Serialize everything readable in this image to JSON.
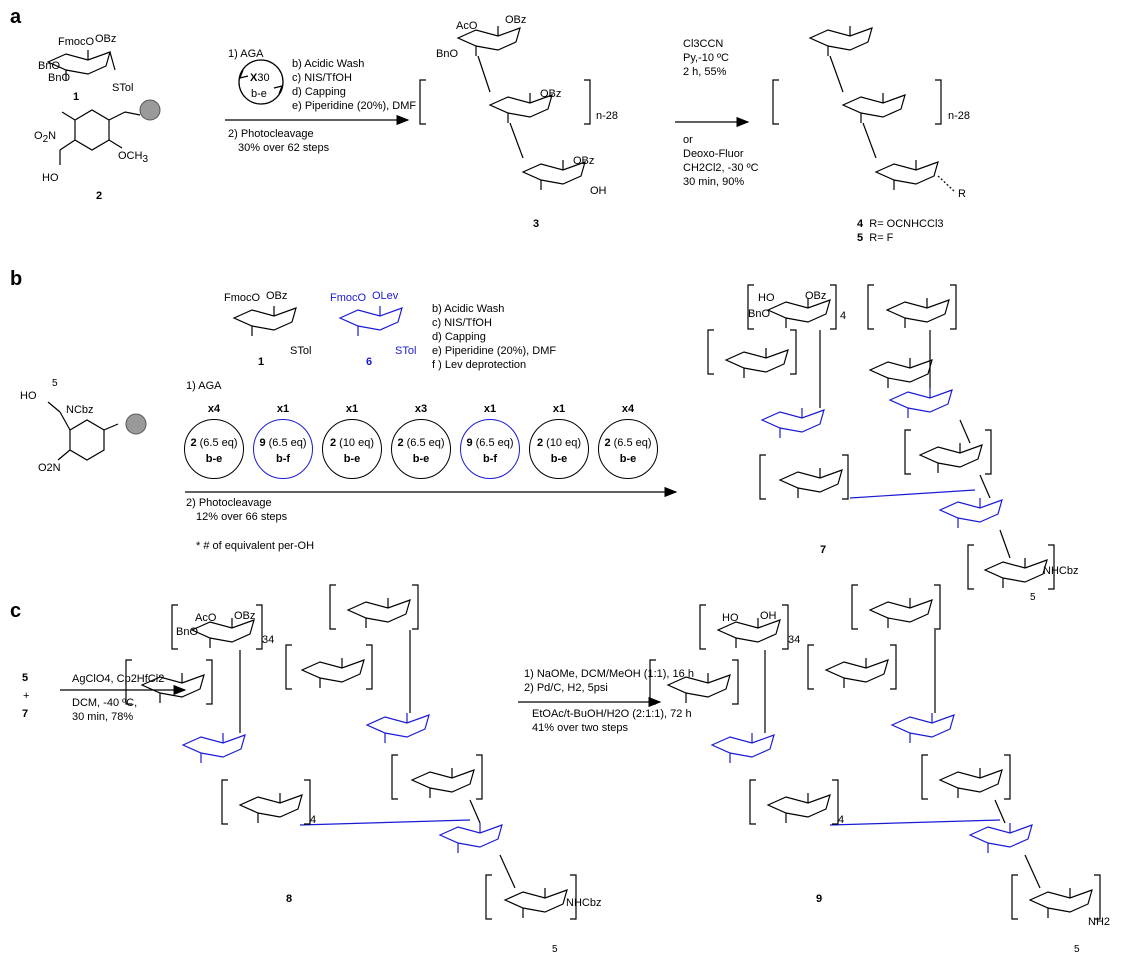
{
  "panels": {
    "a": "a",
    "b": "b",
    "c": "c"
  },
  "panel_a": {
    "cmpd1": {
      "fmoc": "FmocO",
      "obz": "OBz",
      "bno1": "BnO",
      "bno2": "BnO",
      "stol": "STol",
      "num": "1"
    },
    "cmpd2": {
      "o2n": "O",
      "o2n_sub": "2",
      "o2n_n": "N",
      "ho": "HO",
      "och3": "OCH",
      "och3_sub": "3",
      "num": "2"
    },
    "step1": "1) AGA",
    "loop": {
      "x": "X",
      "count": "30",
      "range": "b-e"
    },
    "conditions": [
      "b) Acidic Wash",
      "c) NIS/TfOH",
      "d) Capping",
      "e) Piperidine (20%), DMF"
    ],
    "step2": "2) Photocleavage",
    "yield2": "30% over 62 steps",
    "cmpd3": {
      "aco": "AcO",
      "obz1": "OBz",
      "bno": "BnO",
      "obz2": "OBz",
      "obz3": "OBz",
      "oh": "OH",
      "n": "n-28",
      "num": "3"
    },
    "reagents_top": [
      "Cl3CCN",
      "Py,-10 ºC",
      "2 h, 55%"
    ],
    "or": "or",
    "reagents_bottom": [
      "Deoxo-Fluor",
      "CH2Cl2, -30 ºC",
      "30 min, 90%"
    ],
    "cmpd45": {
      "n": "n-28",
      "r": "R",
      "num4": "4",
      "r4": "R= OCNHCCl3",
      "num5": "5",
      "r5": "R=  F"
    }
  },
  "panel_b": {
    "cmpd1": {
      "fmoc": "FmocO",
      "obz": "OBz",
      "stol": "STol",
      "num": "1"
    },
    "cmpd6": {
      "fmoc": "FmocO",
      "olev": "OLev",
      "stol": "STol",
      "num": "6"
    },
    "conditions": [
      "b) Acidic Wash",
      "c) NIS/TfOH",
      "d) Capping",
      "e) Piperidine (20%), DMF",
      "f ) Lev deprotection"
    ],
    "linker": {
      "ho": "HO",
      "ncbz": "NCbz",
      "n5": "5",
      "no2": "O2N"
    },
    "step1": "1) AGA",
    "loops": [
      {
        "mult": "x4",
        "reagent": "2",
        "eq": "(6.5 eq)",
        "range": "b-e",
        "blue": false
      },
      {
        "mult": "x1",
        "reagent": "9",
        "eq": "(6.5 eq)",
        "range": "b-f",
        "blue": true
      },
      {
        "mult": "x1",
        "reagent": "2",
        "eq": "(10 eq)",
        "range": "b-e",
        "blue": false
      },
      {
        "mult": "x3",
        "reagent": "2",
        "eq": "(6.5 eq)",
        "range": "b-e",
        "blue": false
      },
      {
        "mult": "x1",
        "reagent": "9",
        "eq": "(6.5 eq)",
        "range": "b-f",
        "blue": true
      },
      {
        "mult": "x1",
        "reagent": "2",
        "eq": "(10 eq)",
        "range": "b-e",
        "blue": false
      },
      {
        "mult": "x4",
        "reagent": "2",
        "eq": "(6.5 eq)",
        "range": "b-e",
        "blue": false
      }
    ],
    "step2": "2) Photocleavage",
    "yield2": "12% over 66 steps",
    "footnote": "* # of equivalent per-OH",
    "cmpd7": {
      "ho": "HO",
      "obz": "OBz",
      "bno": "BnO",
      "rep": "4",
      "nhcbz": "NHCbz",
      "n5": "5",
      "num": "7"
    }
  },
  "panel_c": {
    "reactant5": "5",
    "plus": "+",
    "reactant7": "7",
    "reagents": [
      "AgClO4, Cp2HfCl2",
      "DCM, -40 ºC,",
      "30 min, 78%"
    ],
    "cmpd8": {
      "aco": "AcO",
      "obz": "OBz",
      "bno": "BnO",
      "rep34": "34",
      "rep4": "4",
      "nhcbz": "NHCbz",
      "n5": "5",
      "num": "8"
    },
    "steps": [
      "1) NaOMe, DCM/MeOH (1:1), 16 h",
      "2) Pd/C, H2, 5psi",
      "EtOAc/t-BuOH/H2O (2:1:1), 72 h",
      "41% over two steps"
    ],
    "cmpd9": {
      "ho": "HO",
      "oh": "OH",
      "rep34": "34",
      "rep4": "4",
      "nh2": "NH2",
      "n5": "5",
      "num": "9"
    }
  }
}
